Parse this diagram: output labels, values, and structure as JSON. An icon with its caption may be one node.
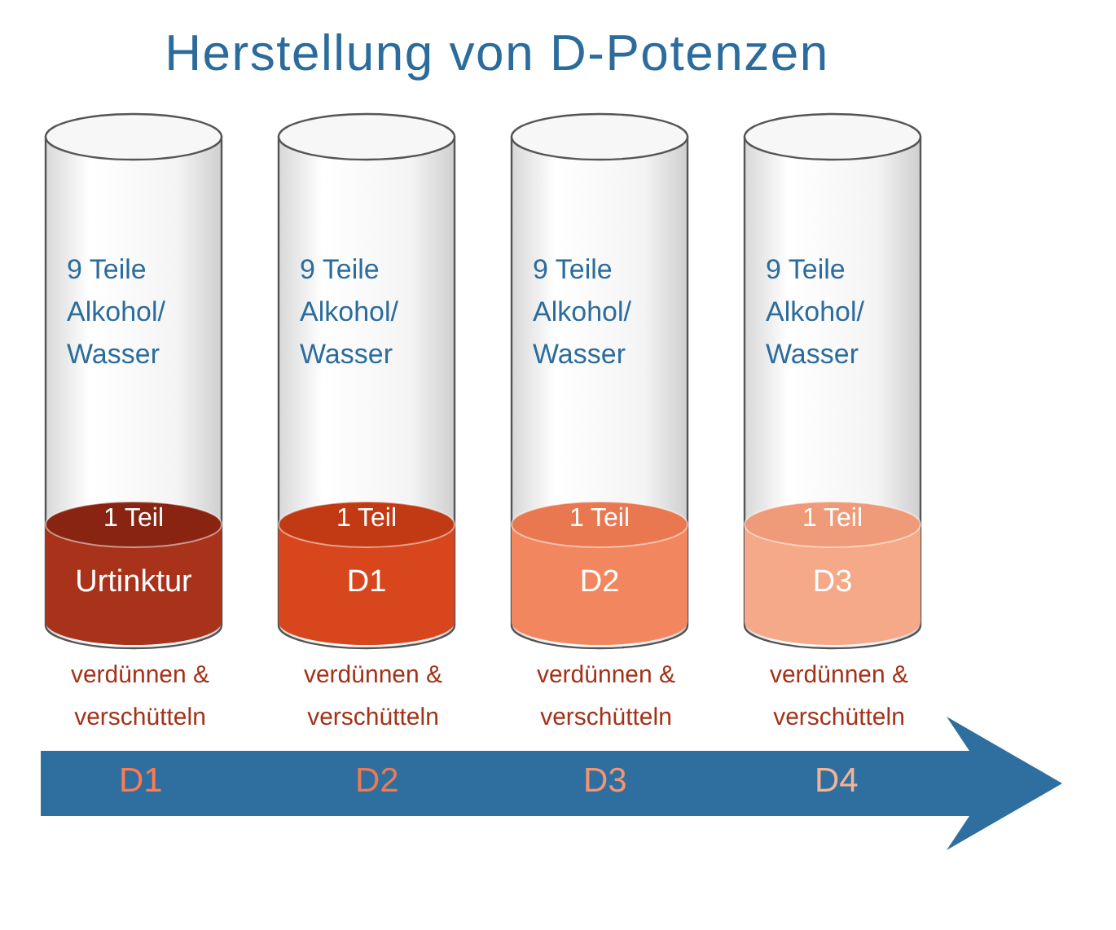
{
  "diagram": {
    "title": "Herstellung von D-Potenzen",
    "nodes": [
      {
        "text": [
          "9 Teile Alkohol/ Wasser"
        ],
        "beside": [
          "verdünnen & verschütteln"
        ]
      },
      {
        "text": [
          "1 Teil",
          "Urtinktur"
        ],
        "in": 0
      },
      {
        "text": [
          "9 Teile Alkohol/ Wasser"
        ],
        "beside": [
          "verdünnen & verschütteln"
        ]
      },
      {
        "text": [
          "1 Teil",
          "D1"
        ],
        "in": 2
      },
      {
        "text": [
          "9 Teile Alkohol/ Wasser"
        ],
        "beside": [
          "verdünnen & verschütteln"
        ]
      },
      {
        "text": [
          "1 Teil",
          "D2"
        ],
        "in": 4
      },
      {
        "text": [
          "9 Teile Alkohol/ Wasser"
        ],
        "beside": [
          "verdünnen & verschütteln"
        ]
      },
      {
        "text": [
          "1 Teil",
          "D3"
        ],
        "in": 6
      }
    ],
    "edges": [],
    "labels": [
      "D1",
      "D2",
      "D3",
      "D4"
    ]
  }
}
